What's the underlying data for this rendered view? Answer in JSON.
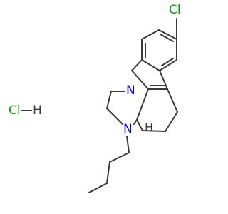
{
  "molecule": {
    "atom_labels": {
      "chlorine": "Cl",
      "indole_nitrogen": "N",
      "amine_nitrogen": "N",
      "ring_fusion_hydrogen": "H"
    },
    "salt": {
      "chlorine": "Cl",
      "hydrogen": "H"
    }
  },
  "colors": {
    "bond": "#3a3a3a",
    "nitrogen": "#0000ff",
    "chlorine": "#00a000",
    "background": "#ffffff"
  }
}
